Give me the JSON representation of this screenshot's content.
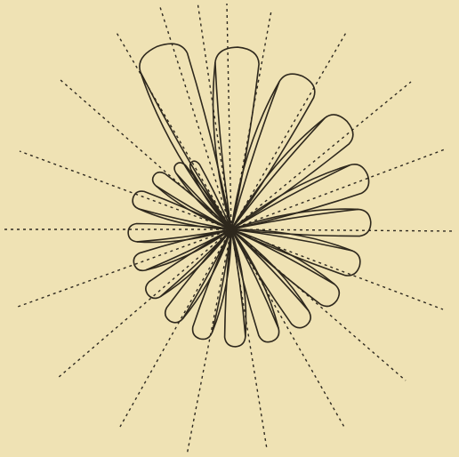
{
  "figure": {
    "kind": "spiral shell sketch",
    "chamber_count": 20,
    "radial_guide_lines": 20,
    "colors": {
      "background": "#efe2b4",
      "ink": "#2e281d"
    }
  }
}
